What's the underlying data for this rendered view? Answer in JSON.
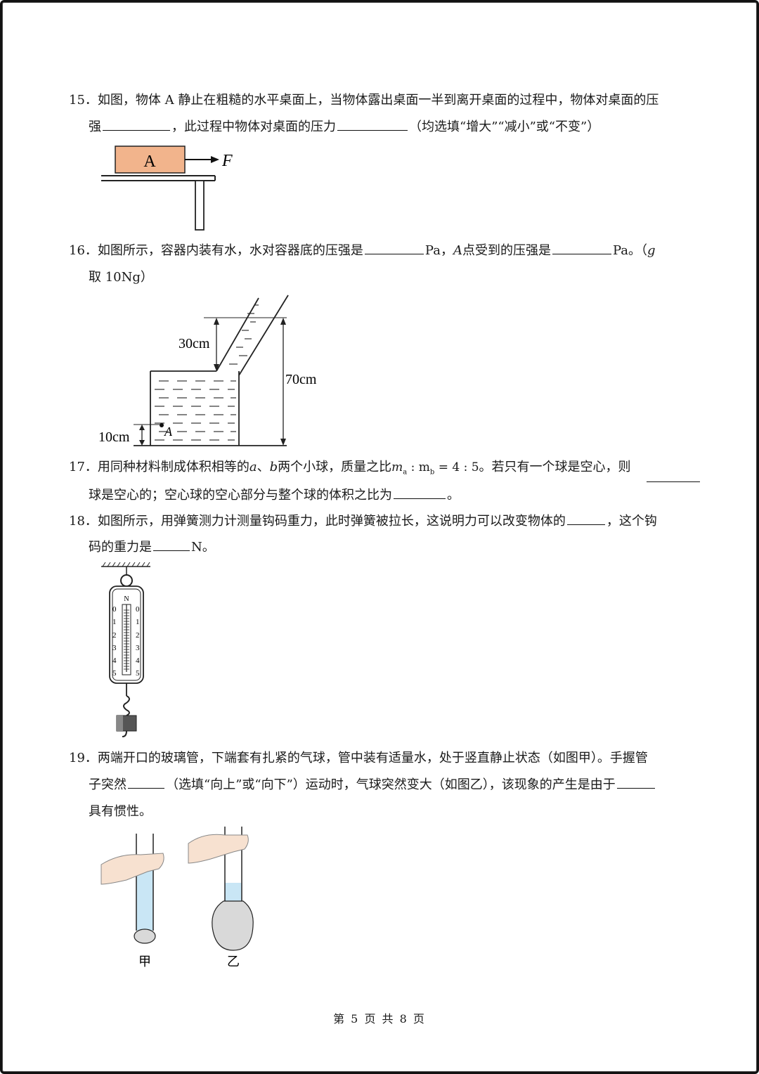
{
  "q15": {
    "num": "15．",
    "line1": "如图，物体 A 静止在粗糙的水平桌面上，当物体露出桌面一半到离开桌面的过程中，物体对桌面的压",
    "line2_a": "强",
    "line2_b": "，此过程中物体对桌面的压力",
    "line2_c": "（均选填“增大”“减小”或“不变”）",
    "fig_block": "A",
    "fig_force": "F"
  },
  "q16": {
    "num": "16．",
    "line1_a": "如图所示，容器内装有水，水对容器底的压强是",
    "line1_b": "Pa，",
    "line1_c": "A",
    "line1_d": "点受到的压强是",
    "line1_e": "Pa。（",
    "line1_f": "g",
    "line2": "取 10Ng）",
    "label_30": "30cm",
    "label_70": "70cm",
    "label_10": "10cm",
    "label_A": "A"
  },
  "q17": {
    "num": "17．",
    "line1_a": "用同种材料制成体积相等的",
    "a": "a",
    "sep": "、",
    "b": "b",
    "line1_b": "两个小球，质量之比",
    "ratio": "m",
    "sub_a": "a",
    "colon": " : m",
    "sub_b": "b",
    "eq": " = 4 : 5",
    "line1_c": "。若只有一个球是空心，则",
    "line2_a": "球是空心的；空心球的空心部分与整个球的体积之比为",
    "line2_b": "。"
  },
  "q18": {
    "num": "18．",
    "line1_a": "如图所示，用弹簧测力计测量钩码重力，此时弹簧被拉长，这说明力可以改变物体的",
    "line1_b": "，这个钩",
    "line2_a": "码的重力是",
    "line2_b": "N。",
    "unit": "N",
    "ticks": [
      "0",
      "1",
      "2",
      "3",
      "4",
      "5"
    ]
  },
  "q19": {
    "num": "19．",
    "line1": "两端开口的玻璃管，下端套有扎紧的气球，管中装有适量水，处于竖直静止状态（如图甲）。手握管",
    "line2_a": "子突然",
    "line2_b": "（选填“向上”或“向下”）运动时，气球突然变大（如图乙），该现象的产生是由于",
    "line3": "具有惯性。",
    "label_jia": "甲",
    "label_yi": "乙"
  },
  "footer": "第 5 页 共 8 页",
  "colors": {
    "block_fill": "#f2b48c",
    "water": "#c9e6f5",
    "balloon": "#d9d9d9",
    "hand": "#f7e1d0"
  }
}
